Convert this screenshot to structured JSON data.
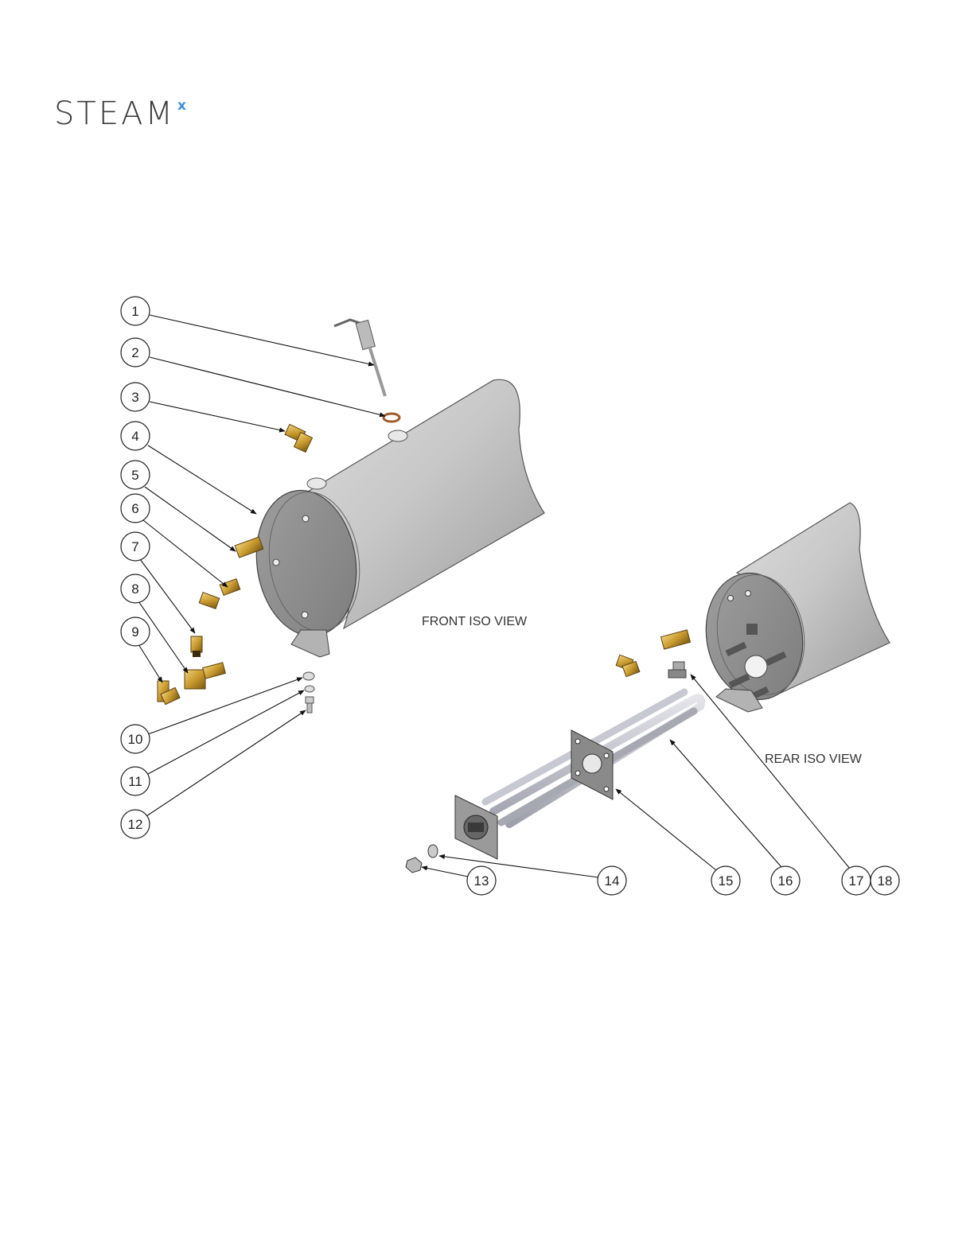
{
  "brand": {
    "name": "STEAM",
    "mark": "x",
    "accent_color": "#3d8fd6"
  },
  "views": {
    "front": "FRONT ISO VIEW",
    "rear": "REAR ISO VIEW"
  },
  "balloons": [
    {
      "id": "b1",
      "label": "1"
    },
    {
      "id": "b2",
      "label": "2"
    },
    {
      "id": "b3",
      "label": "3"
    },
    {
      "id": "b4",
      "label": "4"
    },
    {
      "id": "b5",
      "label": "5"
    },
    {
      "id": "b6",
      "label": "6"
    },
    {
      "id": "b7",
      "label": "7"
    },
    {
      "id": "b8",
      "label": "8"
    },
    {
      "id": "b9",
      "label": "9"
    },
    {
      "id": "b10",
      "label": "10"
    },
    {
      "id": "b11",
      "label": "11"
    },
    {
      "id": "b12",
      "label": "12"
    },
    {
      "id": "b13",
      "label": "13"
    },
    {
      "id": "b14",
      "label": "14"
    },
    {
      "id": "b15",
      "label": "15"
    },
    {
      "id": "b16",
      "label": "16"
    },
    {
      "id": "b17",
      "label": "17"
    },
    {
      "id": "b18",
      "label": "18"
    }
  ]
}
